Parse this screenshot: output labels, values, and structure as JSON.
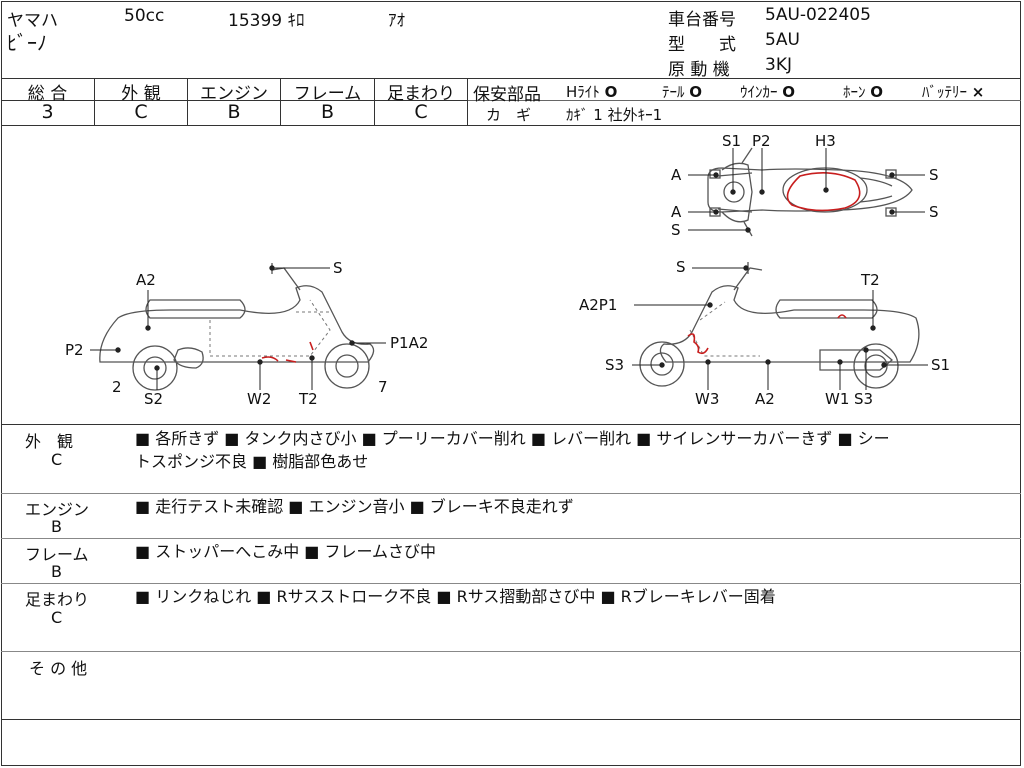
{
  "header": {
    "maker": "ヤマハ",
    "cc": "50cc",
    "mileage": "15399 ｷﾛ",
    "color": "ｱｵ",
    "model_name": "ﾋﾞｰﾉ",
    "chassis_label": "車台番号",
    "chassis_value": "5AU-022405",
    "type_label": "型　　式",
    "type_value": "5AU",
    "engine_label": "原 動 機",
    "engine_value": "3KJ"
  },
  "grades": [
    {
      "label": "総 合",
      "value": "3"
    },
    {
      "label": "外 観",
      "value": "C"
    },
    {
      "label": "エンジン",
      "value": "B"
    },
    {
      "label": "フレーム",
      "value": "B"
    },
    {
      "label": "足まわり",
      "value": "C"
    }
  ],
  "safety": {
    "label": "保安部品",
    "items": [
      {
        "name": "Hﾗｲﾄ",
        "mark": "O"
      },
      {
        "name": "ﾃｰﾙ",
        "mark": "O"
      },
      {
        "name": "ｳｲﾝｶｰ",
        "mark": "O"
      },
      {
        "name": "ﾎｰﾝ",
        "mark": "O"
      },
      {
        "name": "ﾊﾞｯﾃﾘｰ",
        "mark": "×"
      }
    ],
    "key_label": "カ　ギ",
    "key_value": "ｶｷﾞ 1 社外ｷｰ1"
  },
  "diagram_labels": {
    "top": [
      "S1",
      "P2",
      "H3",
      "A",
      "A",
      "S",
      "S",
      "S"
    ],
    "left": [
      "S",
      "A2",
      "P2",
      "P1A2",
      "2",
      "S2",
      "W2",
      "T2",
      "7"
    ],
    "right": [
      "S",
      "T2",
      "A2P1",
      "S3",
      "S1",
      "W3",
      "A2",
      "W1",
      "S3"
    ]
  },
  "sections": [
    {
      "label": "外　観",
      "grade": "C",
      "text1": "■ 各所きず ■ タンク内さび小 ■ プーリーカバー削れ ■ レバー削れ ■ サイレンサーカバーきず ■ シー",
      "text2": "トスポンジ不良 ■ 樹脂部色あせ"
    },
    {
      "label": "エンジン",
      "grade": "B",
      "text1": "■ 走行テスト未確認 ■ エンジン音小 ■ ブレーキ不良走れず"
    },
    {
      "label": "フレーム",
      "grade": "B",
      "text1": "■ ストッパーへこみ中 ■ フレームさび中"
    },
    {
      "label": "足まわり",
      "grade": "C",
      "text1": "■ リンクねじれ ■ Rサスストローク不良 ■ Rサス摺動部さび中 ■ Rブレーキレバー固着"
    },
    {
      "label": "そ の 他"
    }
  ]
}
